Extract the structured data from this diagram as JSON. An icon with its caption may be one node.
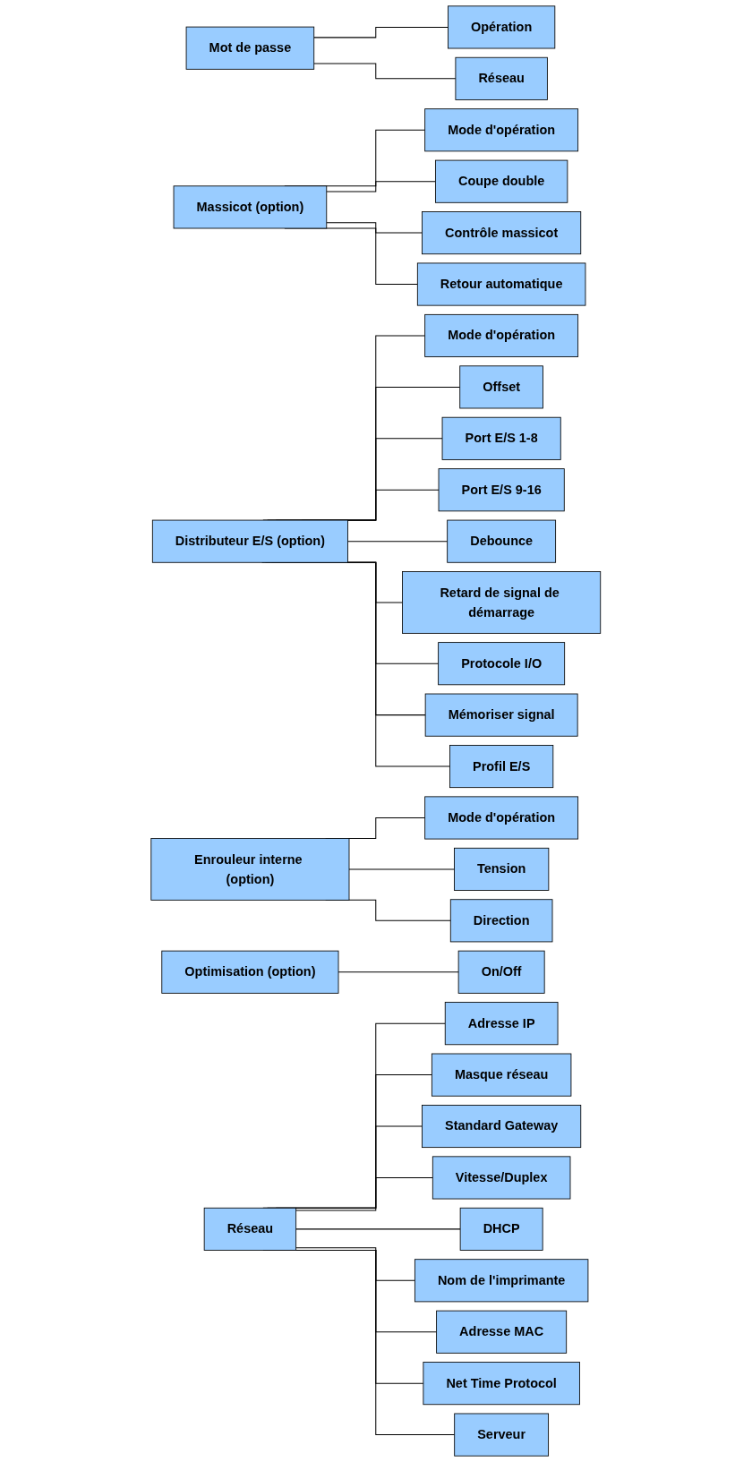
{
  "diagram": {
    "nodes": [
      {
        "text": [
          "Mot de passe"
        ]
      },
      {
        "text": [
          "Opération"
        ]
      },
      {
        "text": [
          "Réseau"
        ]
      },
      {
        "text": [
          "Massicot (option)"
        ]
      },
      {
        "text": [
          "Mode d'opération"
        ]
      },
      {
        "text": [
          "Coupe double"
        ]
      },
      {
        "text": [
          "Contrôle massicot"
        ]
      },
      {
        "text": [
          "Retour automatique"
        ]
      },
      {
        "text": [
          "Distributeur E/S (option)"
        ]
      },
      {
        "text": [
          "Mode d'opération"
        ]
      },
      {
        "text": [
          "Offset"
        ]
      },
      {
        "text": [
          "Port E/S 1-8"
        ]
      },
      {
        "text": [
          "Port E/S 9-16"
        ]
      },
      {
        "text": [
          "Debounce"
        ]
      },
      {
        "text": [
          "Retard de signal de démarrage"
        ]
      },
      {
        "text": [
          "Protocole I/O"
        ]
      },
      {
        "text": [
          "Mémoriser signal"
        ]
      },
      {
        "text": [
          "Profil E/S"
        ]
      },
      {
        "text": [
          "Enrouleur interne (option)"
        ]
      },
      {
        "text": [
          "Mode d'opération"
        ]
      },
      {
        "text": [
          "Tension"
        ]
      },
      {
        "text": [
          "Direction"
        ]
      },
      {
        "text": [
          "Optimisation (option)"
        ]
      },
      {
        "text": [
          "On/Off"
        ]
      },
      {
        "text": [
          "Réseau"
        ]
      },
      {
        "text": [
          "Adresse IP"
        ]
      },
      {
        "text": [
          "Masque réseau"
        ]
      },
      {
        "text": [
          "Standard Gateway"
        ]
      },
      {
        "text": [
          "Vitesse/Duplex"
        ]
      },
      {
        "text": [
          "DHCP"
        ]
      },
      {
        "text": [
          "Nom de l'imprimante"
        ]
      },
      {
        "text": [
          "Adresse MAC"
        ]
      },
      {
        "text": [
          "Net Time Protocol"
        ]
      },
      {
        "text": [
          "Serveur"
        ]
      }
    ],
    "edges": [
      {
        "from": 0,
        "to": 1,
        "arrow": "none"
      },
      {
        "from": 0,
        "to": 2,
        "arrow": "none"
      },
      {
        "from": 3,
        "to": 4,
        "arrow": "none"
      },
      {
        "from": 3,
        "to": 5,
        "arrow": "none"
      },
      {
        "from": 3,
        "to": 6,
        "arrow": "none"
      },
      {
        "from": 3,
        "to": 7,
        "arrow": "none"
      },
      {
        "from": 8,
        "to": 9,
        "arrow": "none"
      },
      {
        "from": 8,
        "to": 10,
        "arrow": "none"
      },
      {
        "from": 8,
        "to": 11,
        "arrow": "none"
      },
      {
        "from": 8,
        "to": 12,
        "arrow": "none"
      },
      {
        "from": 8,
        "to": 13,
        "arrow": "none"
      },
      {
        "from": 8,
        "to": 14,
        "arrow": "none"
      },
      {
        "from": 8,
        "to": 15,
        "arrow": "none"
      },
      {
        "from": 8,
        "to": 16,
        "arrow": "none"
      },
      {
        "from": 8,
        "to": 17,
        "arrow": "none"
      },
      {
        "from": 18,
        "to": 19,
        "arrow": "none"
      },
      {
        "from": 18,
        "to": 20,
        "arrow": "none"
      },
      {
        "from": 18,
        "to": 21,
        "arrow": "none"
      },
      {
        "from": 22,
        "to": 23,
        "arrow": "none"
      },
      {
        "from": 24,
        "to": 25,
        "arrow": "none"
      },
      {
        "from": 24,
        "to": 26,
        "arrow": "none"
      },
      {
        "from": 24,
        "to": 27,
        "arrow": "none"
      },
      {
        "from": 24,
        "to": 28,
        "arrow": "none"
      },
      {
        "from": 24,
        "to": 29,
        "arrow": "none"
      },
      {
        "from": 24,
        "to": 30,
        "arrow": "none"
      },
      {
        "from": 24,
        "to": 31,
        "arrow": "none"
      },
      {
        "from": 24,
        "to": 32,
        "arrow": "none"
      },
      {
        "from": 24,
        "to": 33,
        "arrow": "none"
      }
    ]
  }
}
